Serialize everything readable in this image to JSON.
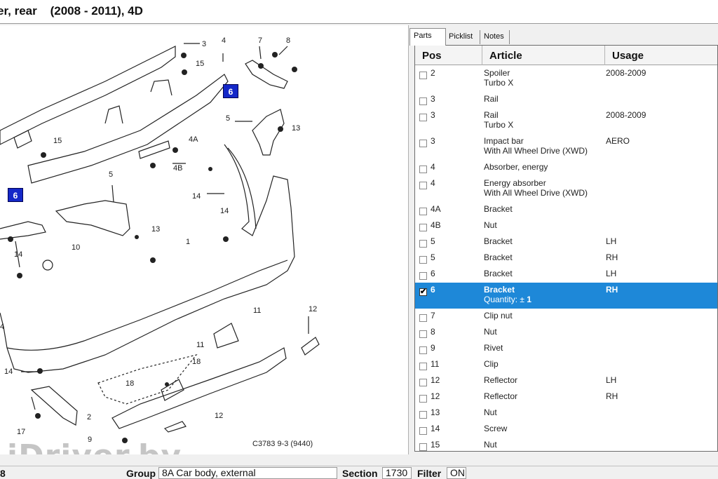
{
  "title": "er, rear    (2008 - 2011), 4D",
  "tabs": [
    "Parts",
    "Picklist",
    "Notes"
  ],
  "grid_headers": {
    "pos": "Pos",
    "article": "Article",
    "usage": "Usage"
  },
  "rows": [
    {
      "pos": "2",
      "article": "Spoiler",
      "article2": "Turbo X",
      "usage": "2008-2009",
      "checked": false
    },
    {
      "pos": "3",
      "article": "Rail",
      "article2": "",
      "usage": "",
      "checked": false
    },
    {
      "pos": "3",
      "article": "Rail",
      "article2": "Turbo X",
      "usage": "2008-2009",
      "checked": false
    },
    {
      "pos": "3",
      "article": "Impact bar",
      "article2": "With All Wheel Drive (XWD)",
      "usage": "AERO",
      "checked": false
    },
    {
      "pos": "4",
      "article": "Absorber, energy",
      "article2": "",
      "usage": "",
      "checked": false
    },
    {
      "pos": "4",
      "article": "Energy absorber",
      "article2": "With All Wheel Drive (XWD)",
      "usage": "",
      "checked": false
    },
    {
      "pos": "4A",
      "article": "Bracket",
      "article2": "",
      "usage": "",
      "checked": false
    },
    {
      "pos": "4B",
      "article": "Nut",
      "article2": "",
      "usage": "",
      "checked": false
    },
    {
      "pos": "5",
      "article": "Bracket",
      "article2": "",
      "usage": "LH",
      "checked": false
    },
    {
      "pos": "5",
      "article": "Bracket",
      "article2": "",
      "usage": "RH",
      "checked": false
    },
    {
      "pos": "6",
      "article": "Bracket",
      "article2": "",
      "usage": "LH",
      "checked": false
    },
    {
      "pos": "6",
      "article": "Bracket",
      "article2": "",
      "usage": "RH",
      "checked": true,
      "selected": true,
      "quantity_label": "Quantity: ±",
      "quantity": "1"
    },
    {
      "pos": "7",
      "article": "Clip nut",
      "article2": "",
      "usage": "",
      "checked": false
    },
    {
      "pos": "8",
      "article": "Nut",
      "article2": "",
      "usage": "",
      "checked": false
    },
    {
      "pos": "9",
      "article": "Rivet",
      "article2": "",
      "usage": "",
      "checked": false
    },
    {
      "pos": "11",
      "article": "Clip",
      "article2": "",
      "usage": "",
      "checked": false
    },
    {
      "pos": "12",
      "article": "Reflector",
      "article2": "",
      "usage": "LH",
      "checked": false
    },
    {
      "pos": "12",
      "article": "Reflector",
      "article2": "",
      "usage": "RH",
      "checked": false
    },
    {
      "pos": "13",
      "article": "Nut",
      "article2": "",
      "usage": "",
      "checked": false
    },
    {
      "pos": "14",
      "article": "Screw",
      "article2": "",
      "usage": "",
      "checked": false
    },
    {
      "pos": "15",
      "article": "Nut",
      "article2": "",
      "usage": "",
      "checked": false
    }
  ],
  "diagram": {
    "callouts": [
      "3",
      "4",
      "7",
      "8",
      "15",
      "6",
      "5",
      "13",
      "15",
      "4A",
      "4B",
      "14",
      "6",
      "5",
      "14",
      "13",
      "1",
      "10",
      "14",
      "11",
      "12",
      "4",
      "11",
      "18",
      "18",
      "14",
      "2",
      "12",
      "17",
      "9"
    ],
    "highlight_label": "6",
    "image_code": "C3783 9-3 (9440)",
    "watermark": "iDriver.by"
  },
  "status": {
    "left_value": "8",
    "group_label": "Group",
    "group_value": "8A Car body, external",
    "section_label": "Section",
    "section_value": "1730",
    "filter_label": "Filter",
    "filter_value": "ON"
  },
  "colors": {
    "selection": "#1e88d8",
    "highlight_box": "#1428c8"
  }
}
